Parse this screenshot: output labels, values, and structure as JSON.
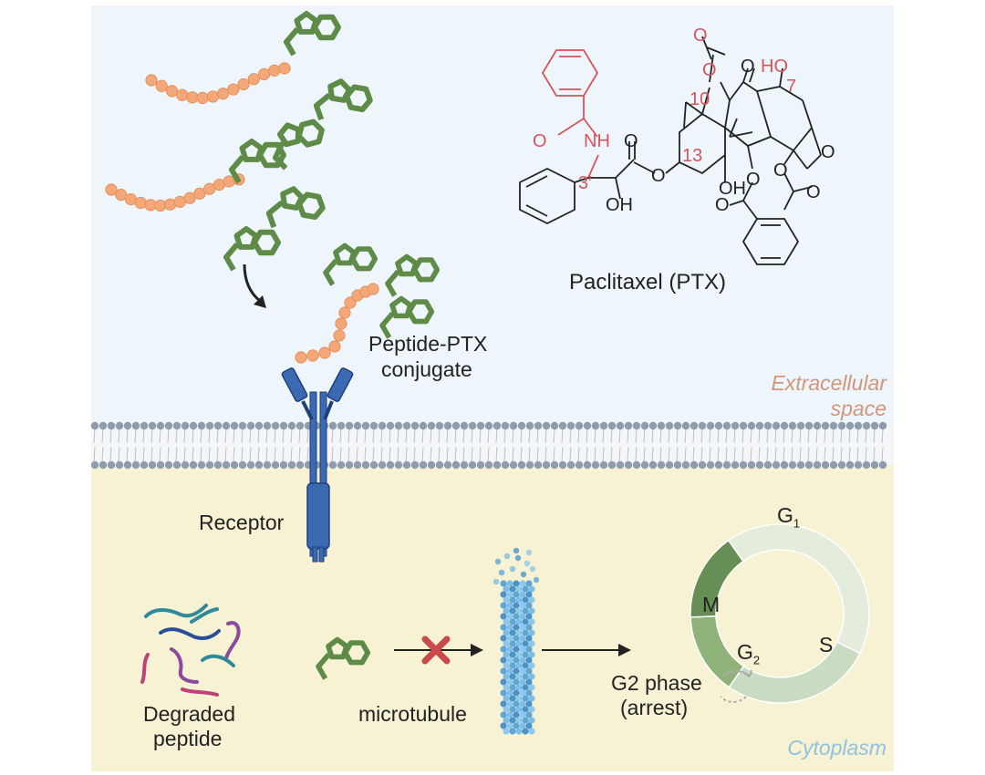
{
  "zones": {
    "extracellular_line1": "Extracellular",
    "extracellular_line2": "space",
    "cytoplasm": "Cytoplasm"
  },
  "labels": {
    "paclitaxel": "Paclitaxel (PTX)",
    "conjugate_line1": "Peptide-PTX",
    "conjugate_line2": "conjugate",
    "receptor": "Receptor",
    "degraded_line1": "Degraded",
    "degraded_line2": "peptide",
    "microtubule": "microtubule",
    "g2_line1": "G2 phase",
    "g2_line2": "(arrest)"
  },
  "molecule": {
    "atoms": {
      "o_acetyl_top": "O",
      "o_ester_10": "O",
      "o_ketone": "O",
      "ho_7": "HO",
      "o_carbonyl_amide": "O",
      "nh": "NH",
      "o_ester_carbonyl": "O",
      "o_ester_13": "O",
      "oh_2p": "OH",
      "oh_1": "OH",
      "o_oxetane": "O",
      "o_benzoate": "O",
      "o_acetate4": "O",
      "o_acetate4_carbonyl": "O"
    },
    "numbers": {
      "n10": "10",
      "n7": "7",
      "n13": "13",
      "n3p": "3′"
    }
  },
  "cell_cycle": {
    "phases": [
      {
        "name": "G",
        "sub": "1",
        "fraction": 0.37
      },
      {
        "name": "S",
        "sub": "",
        "fraction": 0.24
      },
      {
        "name": "G",
        "sub": "2",
        "fraction": 0.13
      },
      {
        "name": "M",
        "sub": "",
        "fraction": 0.14
      }
    ]
  },
  "colors": {
    "extracellular_bg": "#eef6fb",
    "cytoplasm_bg": "#f6f2d3",
    "membrane_head": "#8e9cad",
    "peptide_bead": "#f4a777",
    "ptx_ring": "#5e8b47",
    "receptor": "#3b6ab3",
    "receptor_outline": "#1f3f78",
    "highlight_red": "#d9545a",
    "zone_extracellular": "#d4967a",
    "zone_cytoplasm": "#8fc3df",
    "block_x": "#c94a4a",
    "g1": "#e4ecdc",
    "s": "#c9dcc2",
    "g2": "#8fb27a",
    "m": "#678f55",
    "microtubule": "#6fb2dd"
  }
}
